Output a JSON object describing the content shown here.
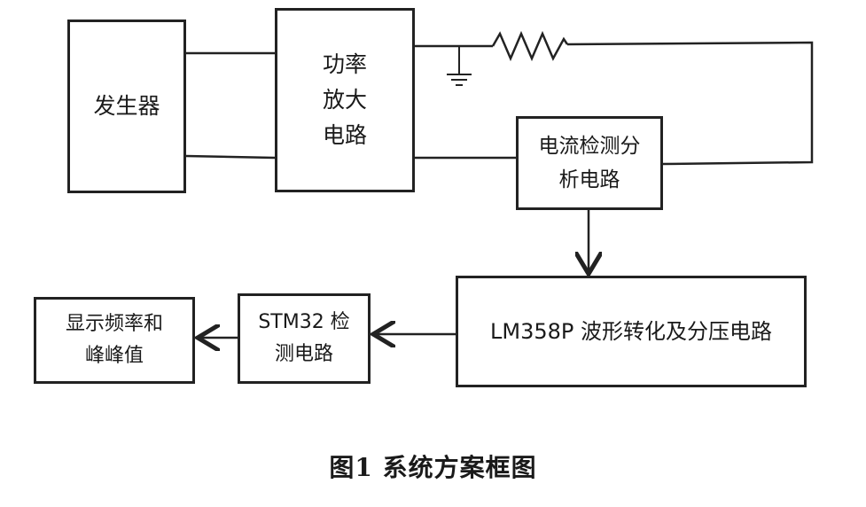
{
  "blocks": {
    "generator": "发生器",
    "power_amp": "功率\n放大\n电路",
    "current_detect": "电流检测分\n析电路",
    "lm358": "LM358P 波形转化及分压电路",
    "stm32": "STM32 检\n测电路",
    "display": "显示频率和\n峰峰值"
  },
  "caption": "图1  系统方案框图"
}
